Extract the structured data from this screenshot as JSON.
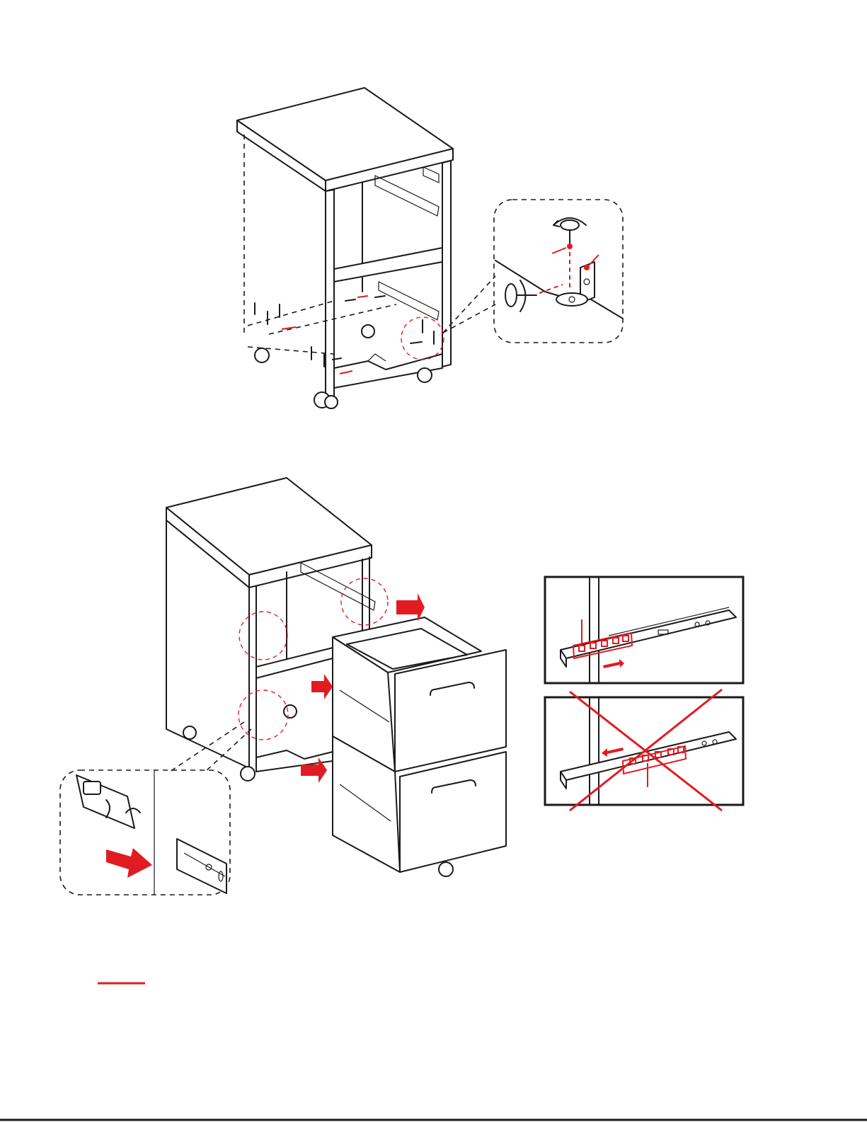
{
  "colors": {
    "line": "#1a1a1a",
    "accent": "#e11b22",
    "background": "#ffffff"
  },
  "illustrations": [
    {
      "name": "cabinet-bracket-screw-assembly",
      "icon": "cabinet-frame-icon"
    },
    {
      "name": "bracket-detail-callout",
      "icon": "screw-bracket-icon"
    },
    {
      "name": "drawer-insertion-assembly",
      "icon": "drawer-cabinet-icon"
    },
    {
      "name": "rail-release-detail-callout",
      "icon": "slide-latch-icon"
    },
    {
      "name": "rail-correct-position",
      "icon": "drawer-slide-icon"
    },
    {
      "name": "rail-incorrect-position",
      "icon": "crossed-out-icon"
    }
  ],
  "footer_rule": {
    "icon": "red-underline-icon"
  }
}
